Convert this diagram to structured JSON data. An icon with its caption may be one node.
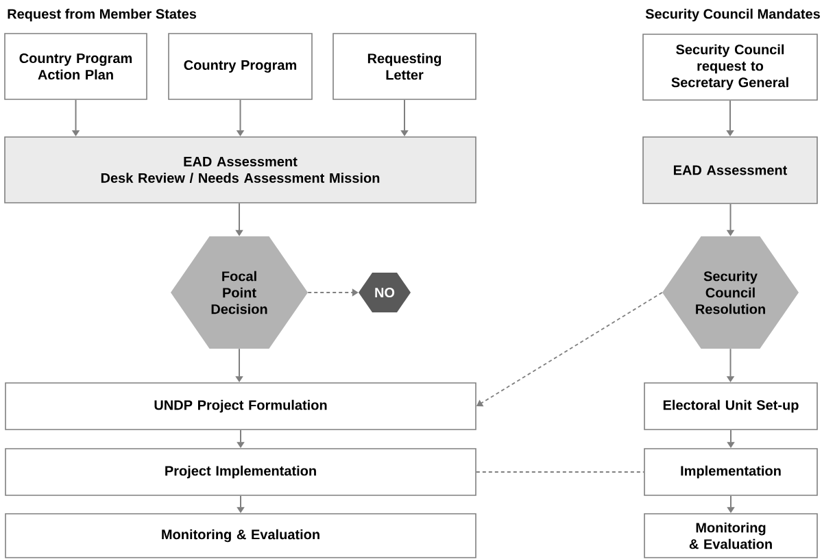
{
  "diagram": {
    "nodes": [
      {
        "text": [
          "Country Program Action Plan"
        ]
      },
      {
        "text": [
          "Country Program"
        ]
      },
      {
        "text": [
          "Requesting Letter"
        ]
      },
      {
        "text": [
          "EAD Assessment",
          "Desk Review / Needs Assessment Mission"
        ]
      },
      {
        "text": [
          "Focal Point Decision"
        ]
      },
      {
        "text": [
          "NO"
        ]
      },
      {
        "text": [
          "UNDP Project Formulation"
        ]
      },
      {
        "text": [
          "Project Implementation"
        ]
      },
      {
        "text": [
          "Monitoring & Evaluation"
        ]
      },
      {
        "text": [
          "Security Council request to Secretary General"
        ]
      },
      {
        "text": [
          "EAD Assessment"
        ]
      },
      {
        "text": [
          "Security Council Resolution"
        ]
      },
      {
        "text": [
          "Electoral Unit Set-up"
        ]
      },
      {
        "text": [
          "Implementation"
        ]
      },
      {
        "text": [
          "Monitoring & Evaluation"
        ]
      }
    ],
    "edges": [
      {
        "from": 0,
        "to": 3,
        "arrow": "to"
      },
      {
        "from": 1,
        "to": 3,
        "arrow": "to"
      },
      {
        "from": 2,
        "to": 3,
        "arrow": "to"
      },
      {
        "from": 3,
        "to": 4,
        "arrow": "to"
      },
      {
        "from": 4,
        "to": 5,
        "arrow": "to",
        "style": "dashed"
      },
      {
        "from": 4,
        "to": 6,
        "arrow": "to"
      },
      {
        "from": 6,
        "to": 7,
        "arrow": "to"
      },
      {
        "from": 7,
        "to": 8,
        "arrow": "to"
      },
      {
        "from": 9,
        "to": 10,
        "arrow": "to"
      },
      {
        "from": 10,
        "to": 11,
        "arrow": "to"
      },
      {
        "from": 11,
        "to": 6,
        "arrow": "to",
        "style": "dashed"
      },
      {
        "from": 11,
        "to": 12,
        "arrow": "to"
      },
      {
        "from": 12,
        "to": 13,
        "arrow": "to"
      },
      {
        "from": 13,
        "to": 14,
        "arrow": "to"
      },
      {
        "from": 7,
        "to": 13,
        "arrow": "none",
        "style": "dashed"
      }
    ],
    "labels": [
      "Request from Member States",
      "Security Council Mandates"
    ]
  }
}
